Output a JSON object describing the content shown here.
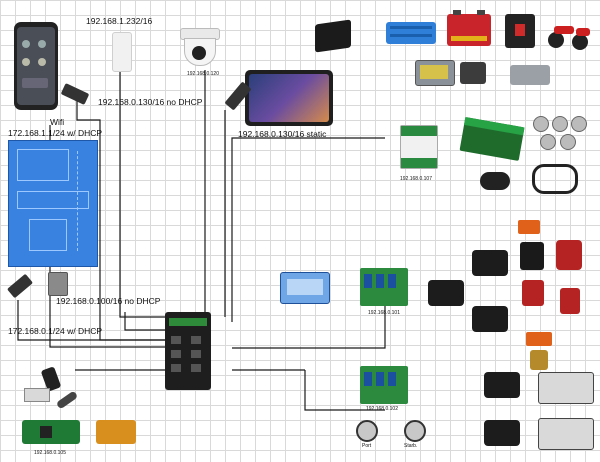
{
  "labels": {
    "ip_accesspoint": "192.168.1.232/16",
    "ip_camera": "192.168.0.120",
    "wifi": "Wifi",
    "ip_nodhcp_top": "192.168.0.130/16 no DHCP",
    "ip_pi_dhcp": "172.168.1.1/24 w/ DHCP",
    "ip_tablet": "192.168.0.130/16 static",
    "ip_io_module": "192.168.0.107",
    "ip_nodhcp_mid": "192.168.0.100/16 no DHCP",
    "ip_dhcp_low": "172.168.0.1/24 w/ DHCP",
    "ip_relay_101": "192.168.0.101",
    "ip_relay_102": "192.168.0.102",
    "ip_pi_zero": "192.168.0.105",
    "btn_port": "Port",
    "btn_stbd": "Starb."
  },
  "icons": [
    "smartphone-icon",
    "wifi-access-point-icon",
    "ptz-camera-icon",
    "poe-injector-icon",
    "dc-dc-converter-icon",
    "battery-icon",
    "circuit-breaker-icon",
    "battery-switch-icon",
    "power-supply-icon",
    "usb-ethernet-adapter-icon",
    "tablet-icon",
    "io-module-icon",
    "led-controller-icon",
    "led-spot-icon",
    "xlr-connector-icon",
    "cable-icon",
    "raspberry-pi-icon",
    "usb-adapter-icon",
    "ethernet-switch-icon",
    "waterproof-box-icon",
    "relay-board-icon",
    "solenoid-valve-icon",
    "motorized-valve-icon",
    "push-button-icon"
  ],
  "colors": {
    "grid": "#d9d9d9",
    "wire": "#1a1a1a",
    "pcb_green": "#1f7a35",
    "blueprint": "#2f76d6",
    "valve_orange": "#e0621a"
  }
}
